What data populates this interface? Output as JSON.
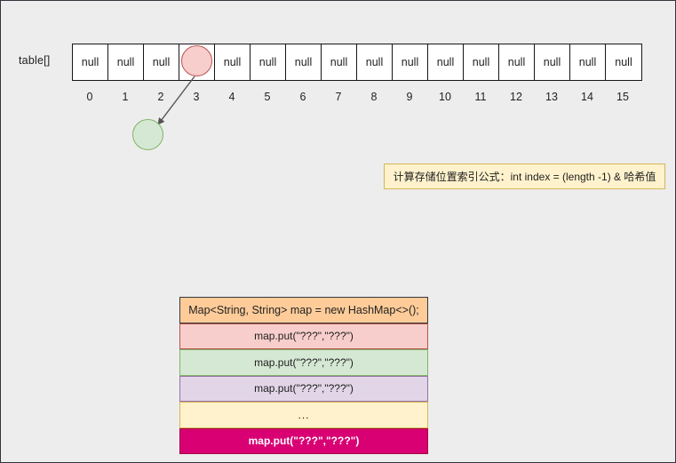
{
  "diagram": {
    "background_color": "#ededed",
    "border_color": "#33333a"
  },
  "array": {
    "label": "table[]",
    "cells": [
      {
        "index": "0",
        "value": "null",
        "occupied": false
      },
      {
        "index": "1",
        "value": "null",
        "occupied": false
      },
      {
        "index": "2",
        "value": "null",
        "occupied": false
      },
      {
        "index": "3",
        "value": "",
        "occupied": true
      },
      {
        "index": "4",
        "value": "null",
        "occupied": false
      },
      {
        "index": "5",
        "value": "null",
        "occupied": false
      },
      {
        "index": "6",
        "value": "null",
        "occupied": false
      },
      {
        "index": "7",
        "value": "null",
        "occupied": false
      },
      {
        "index": "8",
        "value": "null",
        "occupied": false
      },
      {
        "index": "9",
        "value": "null",
        "occupied": false
      },
      {
        "index": "10",
        "value": "null",
        "occupied": false
      },
      {
        "index": "11",
        "value": "null",
        "occupied": false
      },
      {
        "index": "12",
        "value": "null",
        "occupied": false
      },
      {
        "index": "13",
        "value": "null",
        "occupied": false
      },
      {
        "index": "14",
        "value": "null",
        "occupied": false
      },
      {
        "index": "15",
        "value": "null",
        "occupied": false
      }
    ]
  },
  "nodes": {
    "head": {
      "fill": "#f8cecc",
      "stroke": "#b85450",
      "at_index": "3"
    },
    "next": {
      "fill": "#d5e8d4",
      "stroke": "#82b366"
    },
    "link": {
      "stroke": "#555555"
    }
  },
  "formula_note": {
    "text": "计算存储位置索引公式：int index = (length -1) & 哈希值",
    "fill": "#fff2cc",
    "stroke": "#d6b656"
  },
  "code_block": {
    "rows": [
      {
        "text": "Map<String, String> map = new HashMap<>();",
        "fill": "#ffcc99",
        "stroke": "#36393d"
      },
      {
        "text": "map.put(\"???\",\"???\")",
        "fill": "#f8cecc",
        "stroke": "#b85450"
      },
      {
        "text": "map.put(\"???\",\"???\")",
        "fill": "#d5e8d4",
        "stroke": "#82b366"
      },
      {
        "text": "map.put(\"???\",\"???\")",
        "fill": "#e1d5e7",
        "stroke": "#9673a6"
      },
      {
        "text": "...",
        "fill": "#fff2cc",
        "stroke": "#d6b656"
      },
      {
        "text": "map.put(\"???\",\"???\")",
        "fill": "#d80073",
        "stroke": "#a50040"
      }
    ]
  }
}
